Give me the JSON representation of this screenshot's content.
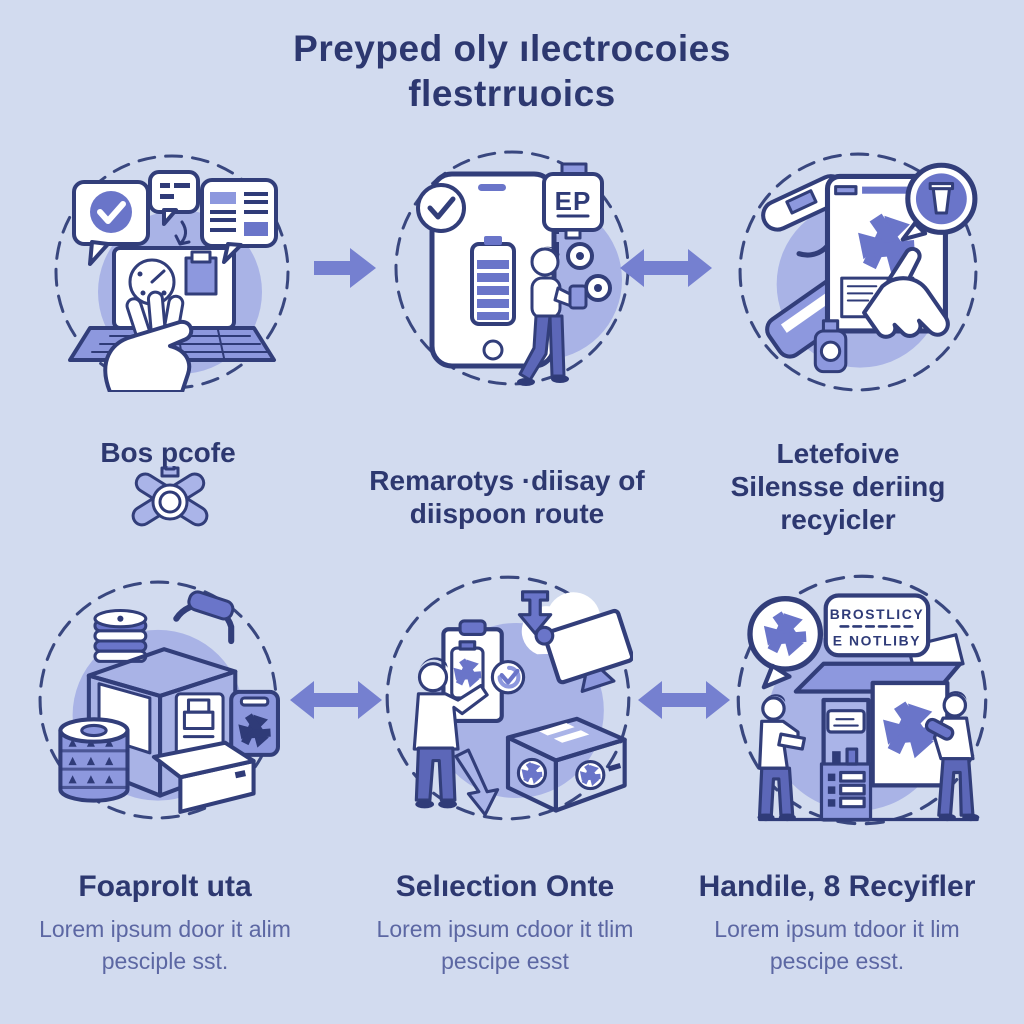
{
  "title": {
    "line1": "Preyped oly ılectrocoies",
    "line2": "flestrruoics"
  },
  "step_labels": {
    "left": {
      "heading": "Bos pcofe"
    },
    "center": {
      "line1": "Remarotys ·diisay of",
      "line2": "diispoon route"
    },
    "right": {
      "line1": "Letefoive",
      "line2": "Silensse deriing",
      "line3": "recyicler"
    }
  },
  "bottom_labels": {
    "left": {
      "heading": "Foaprolt uta",
      "sub1": "Lorem ipsum door it alim",
      "sub2": "pesciple sst."
    },
    "center": {
      "heading": "Selıection Onte",
      "sub1": "Lorem ipsum cdoor it tlim",
      "sub2": "pescipe esst"
    },
    "right": {
      "heading": "Handile, 8 Recyifler",
      "sub1": "Lorem ipsum tdoor it lim",
      "sub2": "pescipe esst."
    }
  },
  "illustrations": {
    "battery_label": "EP",
    "sign_line1": "BROSTLICY",
    "sign_line2": "E NOTLIBY"
  },
  "colors": {
    "background": "#d2dbef",
    "outline_navy": "#323e7a",
    "title_navy": "#2d3870",
    "subtext": "#5c67a3",
    "blob_periwinkle": "#a9b3e6",
    "mid_periwinkle": "#8d98de",
    "deep_periwinkle": "#6a75c9",
    "arrow": "#7580d0",
    "white": "#ffffff"
  }
}
